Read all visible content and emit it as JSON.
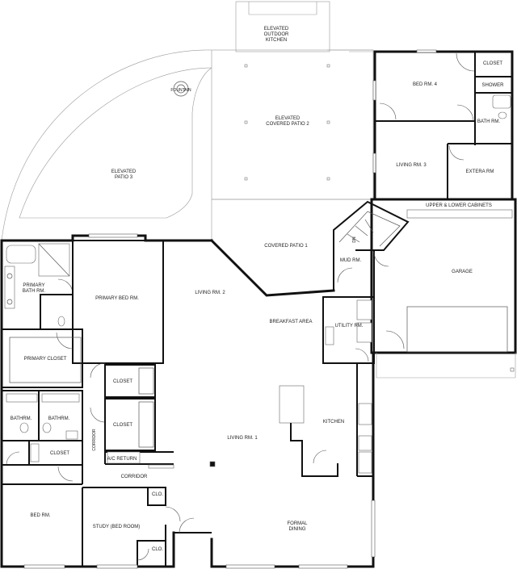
{
  "rooms": {
    "outdoor_kitchen": [
      "ELEVATED",
      "OUTDOOR",
      "KITCHEN"
    ],
    "fountain": "FOUNTAIN",
    "covered_patio_2": [
      "ELEVATED",
      "COVERED PATIO 2"
    ],
    "patio_3": [
      "ELEVATED",
      "PATIO 3"
    ],
    "bed_rm_4": "BED RM. 4",
    "closet_top": "CLOSET",
    "shower": "SHOWER",
    "bath_rm": "BATH RM.",
    "living_rm_3": "LIVING RM. 3",
    "extera_rm": "EXTERA RM",
    "cabinets": "UPPER & LOWER CABINETS",
    "covered_patio_1": "COVERED PATIO 1",
    "dn": "DN",
    "mud_rm": "MUD RM.",
    "garage": "GARAGE",
    "primary_bath": [
      "PRIMARY",
      "BATH RM."
    ],
    "primary_bed": "PRIMARY BED RM.",
    "living_rm_2": "LIVING RM. 2",
    "breakfast": "BREAKFAST AREA",
    "utility": "UTILITY RM.",
    "primary_closet": "PRIMARY CLOSET",
    "closet_1": "CLOSET",
    "closet_2": "CLOSET",
    "bathrm_1": "BATHRM.",
    "bathrm_2": "BATHRM.",
    "closet_3": "CLOSET",
    "corridor_v": "CORRIDOR",
    "ac_return": "A/C RETURN",
    "kitchen": "KITCHEN",
    "living_rm_1": "LIVING RM. 1",
    "corridor_h": "CORRIDOR",
    "clo_1": "CLO.",
    "bed_rm": "BED RM.",
    "study": "STUDY (BED ROOM)",
    "clo_2": "CLO.",
    "formal_dining": [
      "FORMAL",
      "DINING"
    ]
  }
}
